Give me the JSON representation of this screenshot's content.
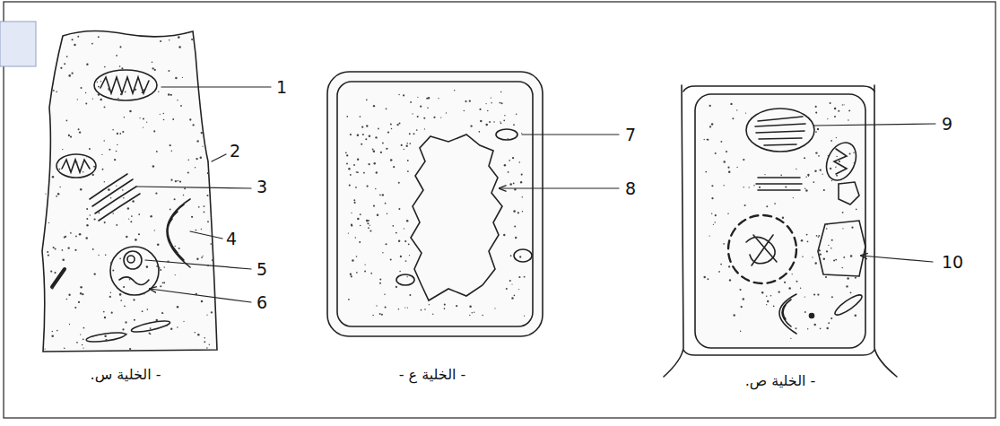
{
  "diagram": {
    "labels": [
      "1",
      "2",
      "3",
      "4",
      "5",
      "6",
      "7",
      "8",
      "9",
      "10",
      "- الخلية س.",
      "- الخلية ع -",
      "- الخلية ص."
    ]
  }
}
